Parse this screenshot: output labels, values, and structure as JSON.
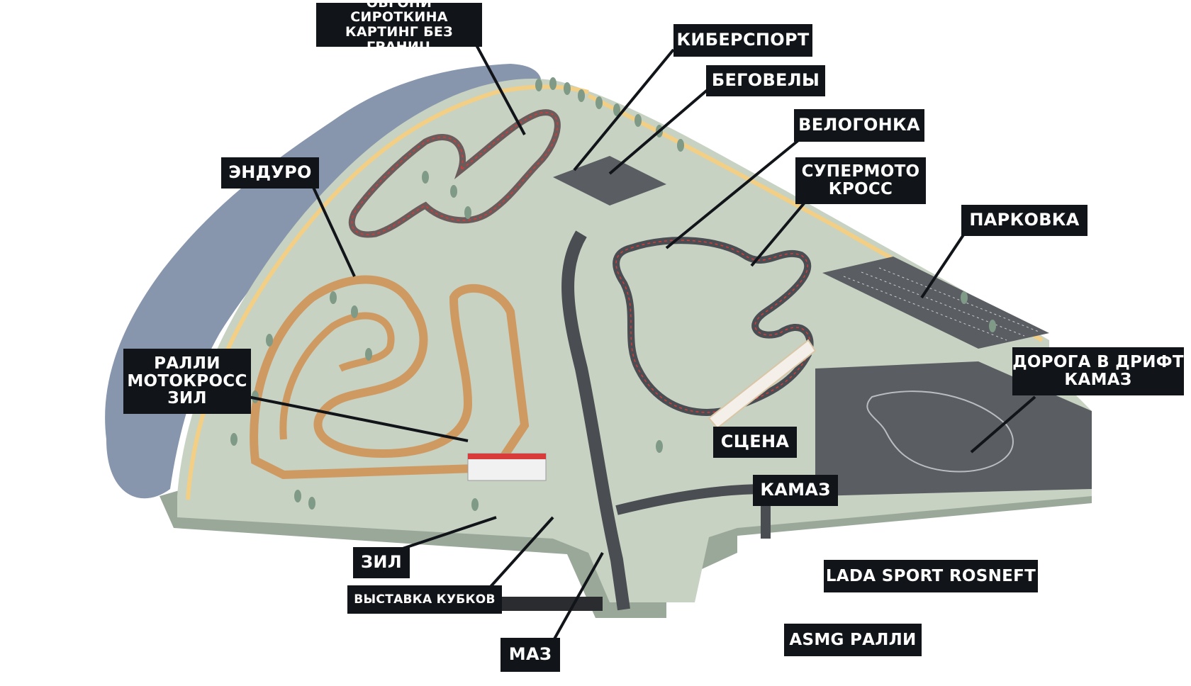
{
  "map": {
    "colors": {
      "water": "#8796ad",
      "ground": "#c7d2c3",
      "ground_edge": "#9aa89a",
      "road": "#4a4d52",
      "path": "#f2cf84",
      "dirt_track": "#cf9a62",
      "kart_track": "#6b5b5b",
      "kerb": "#d93a3a",
      "tree": "#7f9a86",
      "parking": "#5a5d62",
      "label_bg": "#111418",
      "label_text": "#ffffff"
    },
    "labels": {
      "karting": "ОБГОНИ СИРОТКИНА\nКАРТИНГ БЕЗ ГРАНИЦ",
      "kibersport": "КИБЕРСПОРТ",
      "begovely": "БЕГОВЕЛЫ",
      "velogonka": "ВЕЛОГОНКА",
      "supermoto": "СУПЕРМОТО\nКРОСС",
      "parkovka": "ПАРКОВКА",
      "enduro": "ЭНДУРО",
      "rally": "РАЛЛИ\nМОТОКРОСС\nЗИЛ",
      "drift": "ДОРОГА В ДРИФТ\nКАМАЗ",
      "scena": "СЦЕНА",
      "kamaz": "КАМАЗ",
      "zil": "ЗИЛ",
      "cups": "ВЫСТАВКА КУБКОВ",
      "maz": "МАЗ",
      "lada": "LADA SPORT ROSNEFT",
      "asmg": "ASMG РАЛЛИ"
    }
  }
}
